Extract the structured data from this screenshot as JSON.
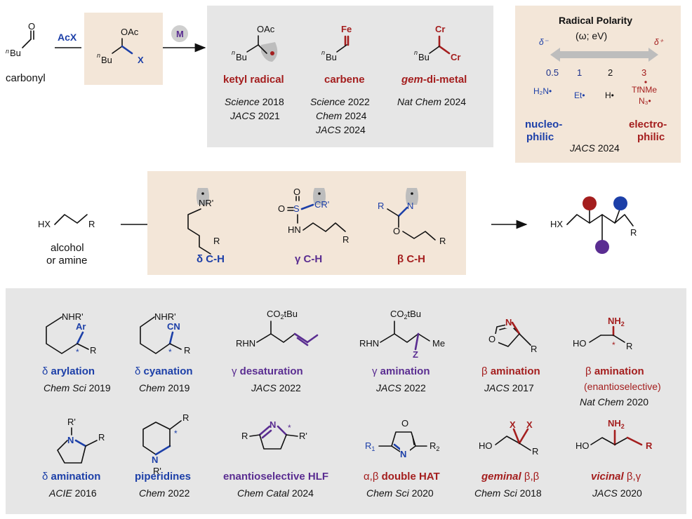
{
  "top_left": {
    "start_label": "carbonyl",
    "reagent": "AcX",
    "metal": "M"
  },
  "intermediates": [
    {
      "label": "ketyl radical",
      "refs": [
        {
          "journal": "Science",
          "year": "2018"
        },
        {
          "journal": "JACS",
          "year": "2021"
        }
      ]
    },
    {
      "label": "carbene",
      "refs": [
        {
          "journal": "Science",
          "year": "2022"
        },
        {
          "journal": "Chem",
          "year": "2024"
        },
        {
          "journal": "JACS",
          "year": "2024"
        }
      ]
    },
    {
      "label_it": "gem",
      "label_rest": "-di-metal",
      "refs": [
        {
          "journal": "Nat Chem",
          "year": "2024"
        }
      ]
    }
  ],
  "polarity": {
    "title": "Radical Polarity",
    "subtitle": "(ω; eV)",
    "delta_minus": "δ⁻",
    "delta_plus": "δ⁺",
    "scale": [
      "0.5",
      "1",
      "2",
      "3"
    ],
    "radicals": [
      "H₂N•",
      "Et•",
      "H•",
      "TfNMe",
      "N₃•"
    ],
    "left_label": [
      "nucleo-",
      "philic"
    ],
    "right_label": [
      "electro-",
      "philic"
    ],
    "ref": {
      "journal": "JACS",
      "year": "2024"
    }
  },
  "middle": {
    "start_label": [
      "alcohol",
      "or amine"
    ],
    "positions": [
      {
        "greek": "δ",
        "text": "C-H"
      },
      {
        "greek": "γ",
        "text": "C-H"
      },
      {
        "greek": "β",
        "text": "C-H"
      }
    ]
  },
  "products_row1": [
    {
      "greek": "δ",
      "label": "arylation",
      "ref": {
        "journal": "Chem Sci",
        "year": "2019"
      }
    },
    {
      "greek": "δ",
      "label": "cyanation",
      "ref": {
        "journal": "Chem",
        "year": "2019"
      }
    },
    {
      "greek": "γ",
      "label": "desaturation",
      "ref": {
        "journal": "JACS",
        "year": "2022"
      }
    },
    {
      "greek": "γ",
      "label": "amination",
      "ref": {
        "journal": "JACS",
        "year": "2022"
      }
    },
    {
      "greek": "β",
      "label": "amination",
      "ref": {
        "journal": "JACS",
        "year": "2017"
      }
    },
    {
      "greek": "β",
      "label": "amination",
      "sub": "(enantioselective)",
      "ref": {
        "journal": "Nat Chem",
        "year": "2020"
      }
    }
  ],
  "products_row2": [
    {
      "greek": "δ",
      "label": "amination",
      "ref": {
        "journal": "ACIE",
        "year": "2016"
      }
    },
    {
      "label": "piperidines",
      "ref": {
        "journal": "Chem",
        "year": "2022"
      }
    },
    {
      "label": "enantioselective HLF",
      "ref": {
        "journal": "Chem Catal",
        "year": "2024"
      }
    },
    {
      "greek": "α,β",
      "label": "double HAT",
      "ref": {
        "journal": "Chem Sci",
        "year": "2020"
      }
    },
    {
      "label_it": "geminal",
      "label": "β,β",
      "ref": {
        "journal": "Chem Sci",
        "year": "2018"
      }
    },
    {
      "label_it": "vicinal",
      "label": "β,γ",
      "ref": {
        "journal": "JACS",
        "year": "2020"
      }
    }
  ],
  "colors": {
    "red": "#a41e1e",
    "blue": "#1c3fa8",
    "purple": "#5a2d91",
    "tan": "#f3e6d8",
    "gray": "#e6e6e6"
  }
}
